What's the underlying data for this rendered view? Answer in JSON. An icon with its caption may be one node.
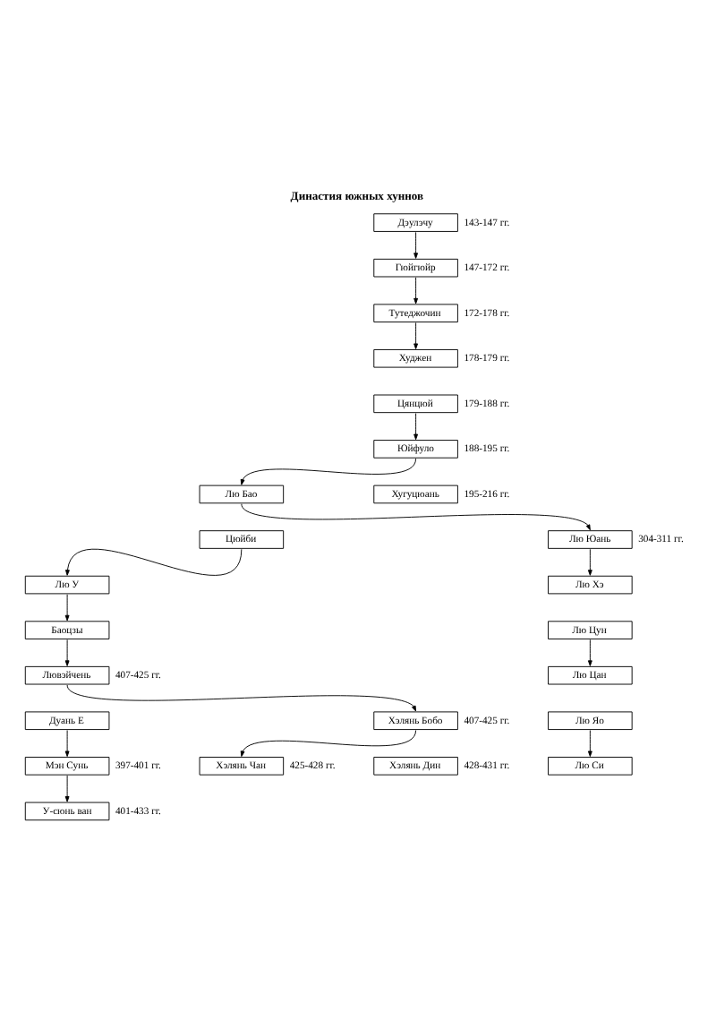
{
  "diagram": {
    "title": "Династия южных хуннов",
    "nodes": [
      {
        "text": [
          "Дэулэчу"
        ],
        "beside": [
          "143-147 гг."
        ]
      },
      {
        "text": [
          "Гюйгюйр"
        ],
        "beside": [
          "147-172 гг."
        ]
      },
      {
        "text": [
          "Тутеджочин"
        ],
        "beside": [
          "172-178 гг."
        ]
      },
      {
        "text": [
          "Худжен"
        ],
        "beside": [
          "178-179 гг."
        ]
      },
      {
        "text": [
          "Цянцюй"
        ],
        "beside": [
          "179-188 гг."
        ]
      },
      {
        "text": [
          "Юйфуло"
        ],
        "beside": [
          "188-195 гг."
        ]
      },
      {
        "text": [
          "Хугуцюань"
        ],
        "beside": [
          "195-216 гг."
        ]
      },
      {
        "text": [
          "Лю Бао"
        ]
      },
      {
        "text": [
          "Цюйби"
        ]
      },
      {
        "text": [
          "Лю Юань"
        ],
        "beside": [
          "304-311 гг."
        ]
      },
      {
        "text": [
          "Лю У"
        ]
      },
      {
        "text": [
          "Лю Хэ"
        ]
      },
      {
        "text": [
          "Лю Цун"
        ]
      },
      {
        "text": [
          "Лю Цан"
        ]
      },
      {
        "text": [
          "Лю Яо"
        ]
      },
      {
        "text": [
          "Лю Си"
        ]
      },
      {
        "text": [
          "Баоцзы"
        ]
      },
      {
        "text": [
          "Лювэйчень"
        ],
        "beside": [
          "407-425 гг."
        ]
      },
      {
        "text": [
          "Дуань Е"
        ]
      },
      {
        "text": [
          "Мэн Сунь"
        ],
        "beside": [
          "397-401 гг."
        ]
      },
      {
        "text": [
          "У-сюнь ван"
        ],
        "beside": [
          "401-433 гг."
        ]
      },
      {
        "text": [
          "Хэлянь Бобо"
        ],
        "beside": [
          "407-425 гг."
        ]
      },
      {
        "text": [
          "Хэлянь Дин"
        ],
        "beside": [
          "428-431 гг."
        ]
      },
      {
        "text": [
          "Хэлянь Чан"
        ],
        "beside": [
          "425-428 гг."
        ]
      }
    ],
    "edges": [
      {
        "from": 0,
        "to": 1,
        "arrow": "to"
      },
      {
        "from": 1,
        "to": 2,
        "arrow": "to"
      },
      {
        "from": 2,
        "to": 3,
        "arrow": "to"
      },
      {
        "from": 4,
        "to": 5,
        "arrow": "to"
      },
      {
        "from": 5,
        "to": 7,
        "arrow": "to"
      },
      {
        "from": 7,
        "to": 9,
        "arrow": "to"
      },
      {
        "from": 8,
        "to": 10,
        "arrow": "to"
      },
      {
        "from": 9,
        "to": 11,
        "arrow": "to"
      },
      {
        "from": 12,
        "to": 13,
        "arrow": "to"
      },
      {
        "from": 14,
        "to": 15,
        "arrow": "to"
      },
      {
        "from": 10,
        "to": 16,
        "arrow": "to"
      },
      {
        "from": 16,
        "to": 17,
        "arrow": "to"
      },
      {
        "from": 18,
        "to": 19,
        "arrow": "to"
      },
      {
        "from": 19,
        "to": 20,
        "arrow": "to"
      },
      {
        "from": 17,
        "to": 21,
        "arrow": "to"
      },
      {
        "from": 21,
        "to": 23,
        "arrow": "to"
      }
    ]
  }
}
